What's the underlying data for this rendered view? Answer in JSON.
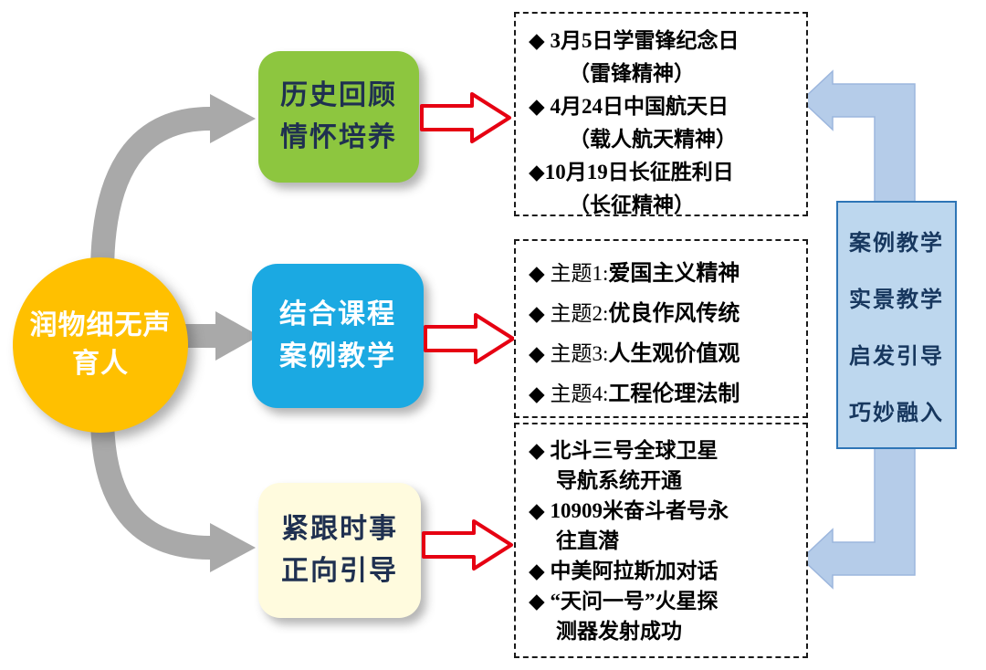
{
  "circle": {
    "line1": "润物细无声",
    "line2": "育人"
  },
  "nodes": {
    "history": {
      "line1": "历史回顾",
      "line2": "情怀培养"
    },
    "course": {
      "line1": "结合课程",
      "line2": "案例教学"
    },
    "current": {
      "line1": "紧跟时事",
      "line2": "正向引导"
    }
  },
  "boxes": {
    "history_events": {
      "lines": [
        "◆ 3月5日学雷锋纪念日",
        "（雷锋精神）",
        "◆ 4月24日中国航天日",
        "（载人航天精神）",
        "◆10月19日长征胜利日",
        "（长征精神）"
      ]
    },
    "themes": {
      "items": [
        {
          "prefix": "◆ 主题1:",
          "bold": "爱国主义精神"
        },
        {
          "prefix": "◆ 主题2:",
          "bold": "优良作风传统"
        },
        {
          "prefix": "◆ 主题3:",
          "bold": "人生观价值观"
        },
        {
          "prefix": "◆ 主题4:",
          "bold": "工程伦理法制"
        }
      ]
    },
    "current_events": {
      "lines": [
        "◆ 北斗三号全球卫星",
        "导航系统开通",
        "◆ 10909米奋斗者号永",
        "往直潜",
        "◆ 中美阿拉斯加对话",
        "◆ “天问一号”火星探",
        "测器发射成功"
      ]
    }
  },
  "panel": {
    "items": [
      "案例教学",
      "实景教学",
      "启发引导",
      "巧妙融入"
    ]
  },
  "colors": {
    "circle_fill": "#FFC000",
    "node_green": "#8DC63F",
    "node_blue": "#1BA9E2",
    "node_cream": "#FFFBDE",
    "arrow_red": "#E60012",
    "arrow_gray": "#A6A6A6",
    "arrow_blue": "#B5CCE9",
    "panel_fill": "#BDD7EE",
    "panel_border": "#2E75B6"
  }
}
